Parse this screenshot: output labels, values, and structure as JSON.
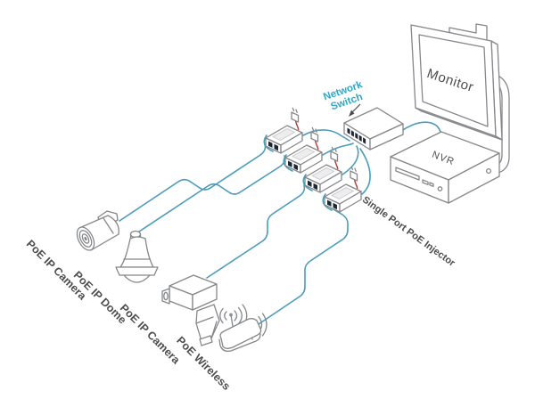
{
  "diagram": {
    "labels": {
      "monitor": "Monitor",
      "nvr": "NVR",
      "network_switch": "Network Switch",
      "poe_injector": "Single Port PoE Injector",
      "poe_ip_camera_1": "PoE IP Camera",
      "poe_ip_dome": "PoE IP Dome",
      "poe_ip_camera_2": "PoE IP Camera",
      "poe_wireless": "PoE Wireless"
    },
    "devices": [
      "bullet-camera",
      "dome-camera",
      "box-camera",
      "wireless-router",
      "poe-injector-1",
      "poe-injector-2",
      "poe-injector-3",
      "poe-injector-4",
      "network-switch",
      "nvr",
      "monitor"
    ],
    "colors": {
      "cable": "#4A9CB9",
      "switch_label": "#2BA9CB",
      "power_cable": "#B03D36",
      "outline": "#85878A",
      "text": "#4D4D4F",
      "port_fill": "#1B2733"
    }
  }
}
